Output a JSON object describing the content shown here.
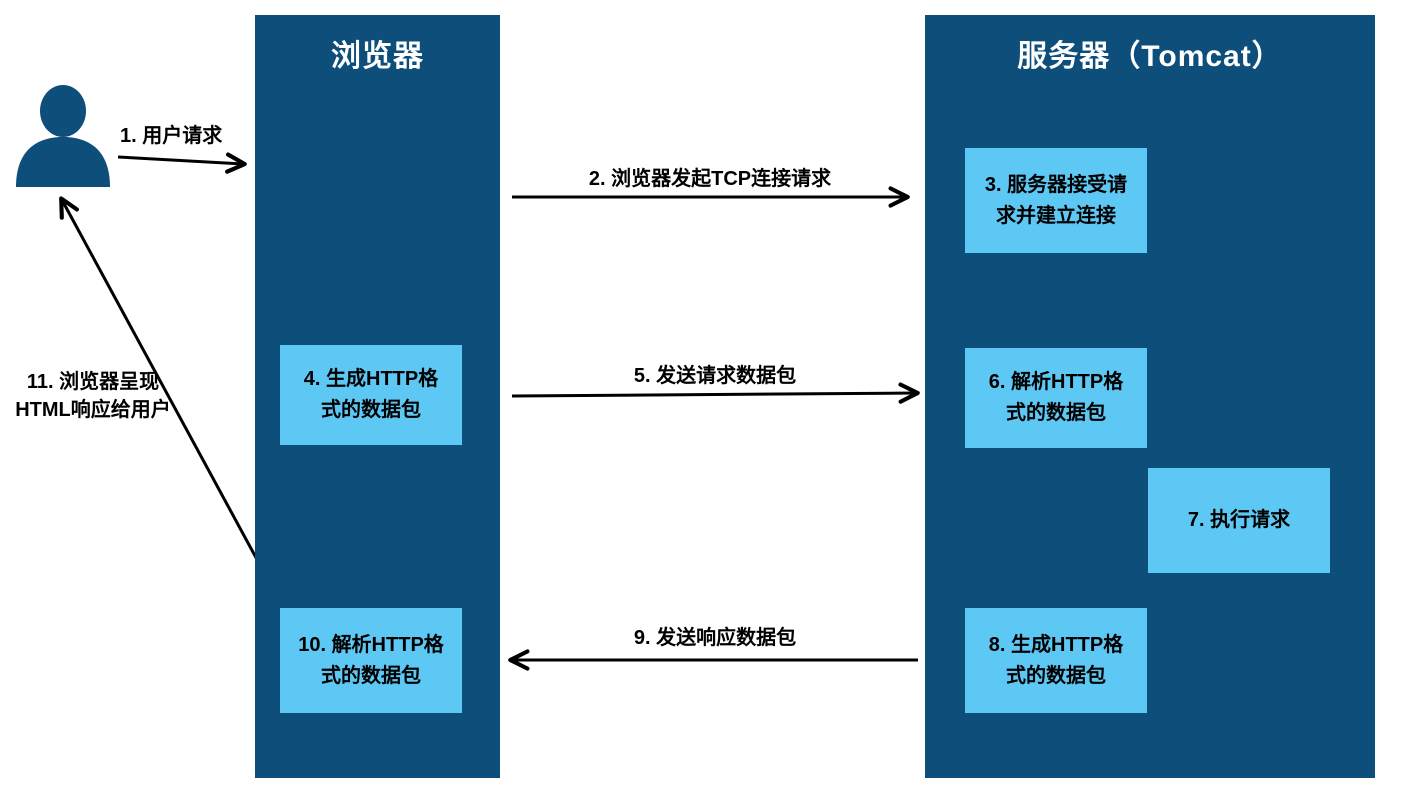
{
  "diagram_title": "Browser-Server (Tomcat) HTTP request flow",
  "columns": {
    "browser": "浏览器",
    "server": "服务器（Tomcat）"
  },
  "boxes": {
    "b3": "3. 服务器接受请求并建立连接",
    "b4": "4. 生成HTTP格式的数据包",
    "b6": "6. 解析HTTP格式的数据包",
    "b7": "7. 执行请求",
    "b8": "8. 生成HTTP格式的数据包",
    "b10": "10. 解析HTTP格式的数据包"
  },
  "labels": {
    "l1": "1. 用户请求",
    "l2": "2. 浏览器发起TCP连接请求",
    "l5": "5. 发送请求数据包",
    "l9": "9. 发送响应数据包",
    "l11": "11. 浏览器呈现HTML响应给用户"
  },
  "icons": {
    "actor": "user-icon"
  },
  "colors": {
    "column": "#0e4e7b",
    "box": "#5ec8f5",
    "arrow": "#000000",
    "title_text": "#ffffff",
    "box_text": "#000000"
  }
}
